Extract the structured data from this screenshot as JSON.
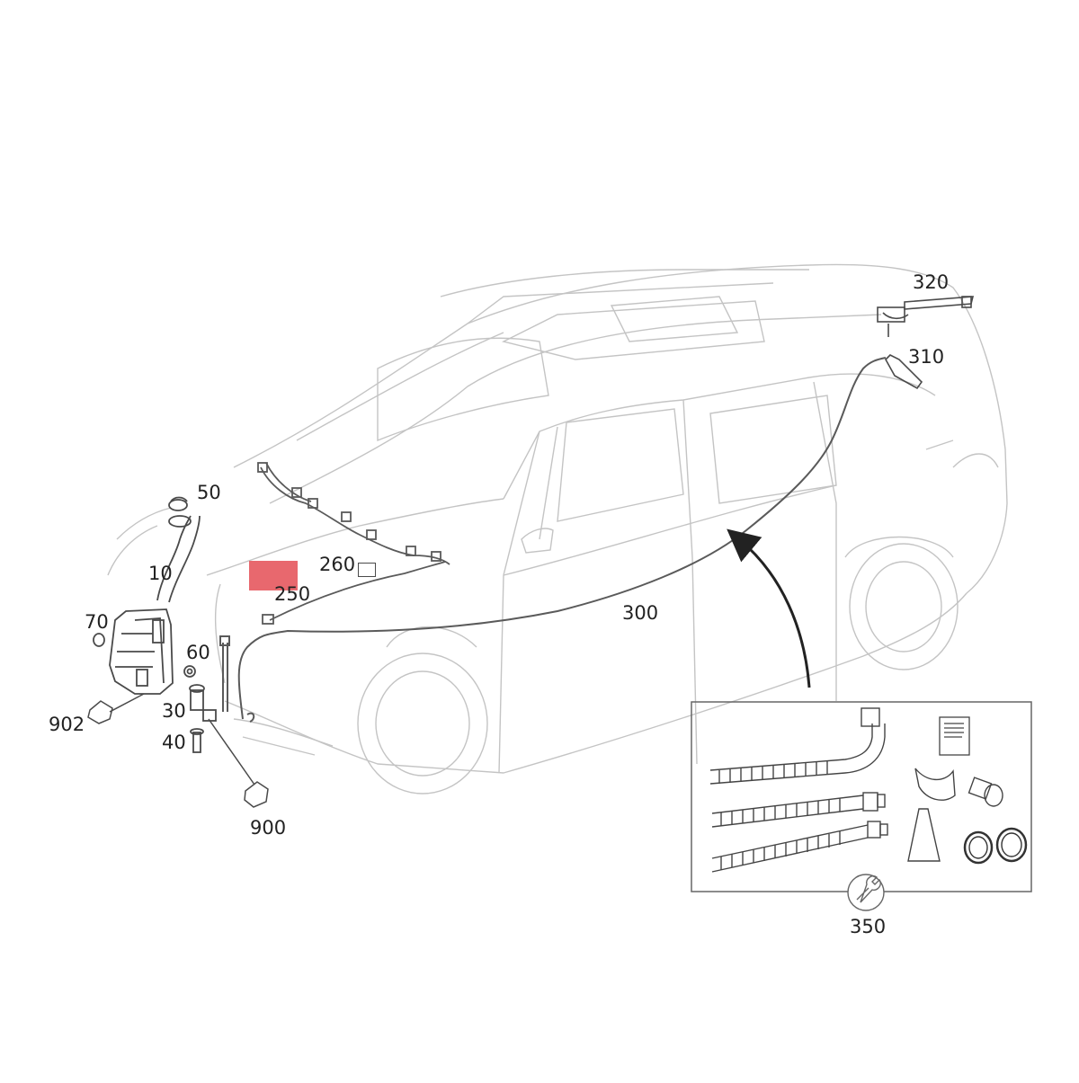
{
  "diagram": {
    "callouts": {
      "c10": "10",
      "c30": "30",
      "c40": "40",
      "c50": "50",
      "c60": "60",
      "c70": "70",
      "c250": "250",
      "c260": "260",
      "c300": "300",
      "c310": "310",
      "c320": "320",
      "c350": "350",
      "c900": "900",
      "c902": "902"
    },
    "colors": {
      "line": "#5a5a5a",
      "faint_line": "#c4c4c4",
      "highlight": "#e8686e",
      "text": "#222222"
    },
    "icons": {
      "kit_symbol": "wrench-icon",
      "leader_arrow": "arrow-icon"
    }
  }
}
